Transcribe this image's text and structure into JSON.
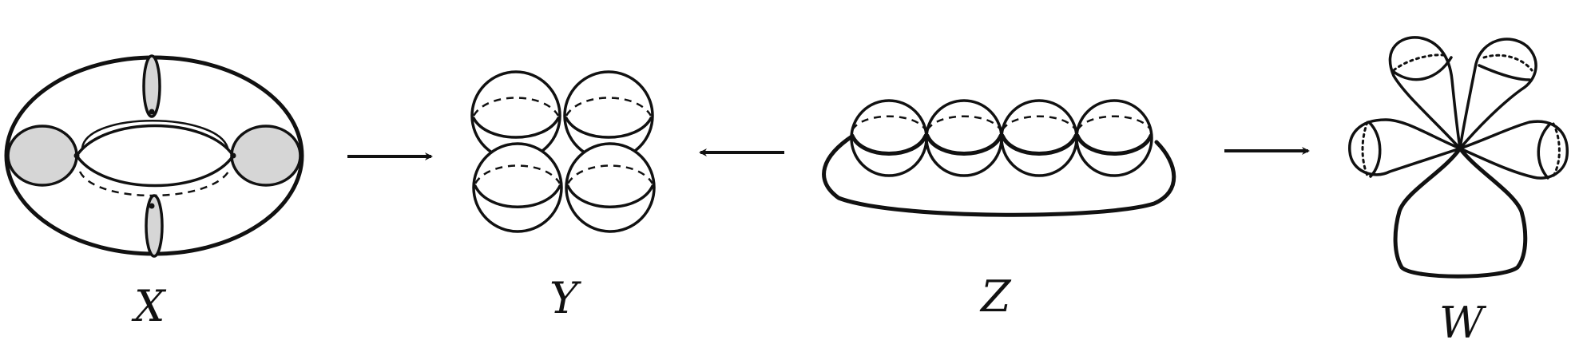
{
  "figure": {
    "labels": {
      "x": "X",
      "y": "Y",
      "z": "Z",
      "w": "W"
    },
    "arrows": [
      {
        "from": "X",
        "to": "Y"
      },
      {
        "from": "Z",
        "to": "Y"
      },
      {
        "from": "Z",
        "to": "W"
      }
    ],
    "colors": {
      "stroke": "#111111",
      "shaded_disc": "#d6d6d6",
      "background": "#ffffff"
    }
  }
}
